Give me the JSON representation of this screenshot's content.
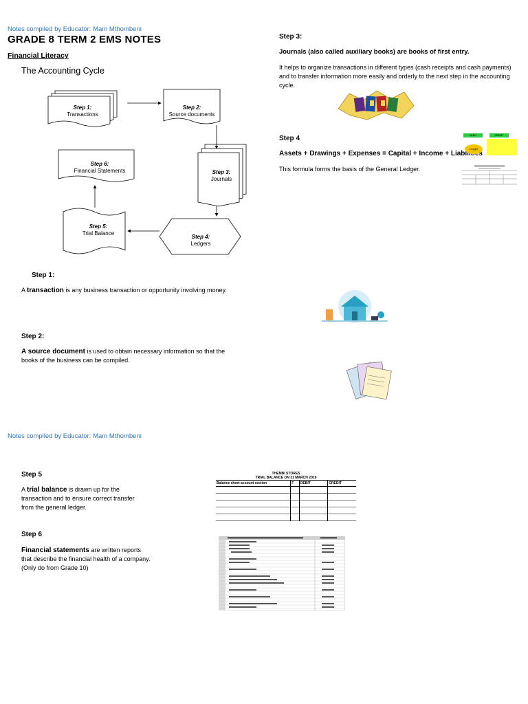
{
  "header_note": "Notes compiled by Educator: Mam Mthombeni",
  "page_title": "GRADE 8 TERM 2 EMS NOTES",
  "subtitle": "Financial Literacy",
  "cycle_heading": "The Accounting Cycle",
  "flow": {
    "step1": {
      "step": "Step 1:",
      "label": "Transactions"
    },
    "step2": {
      "step": "Step 2:",
      "label": "Source documents"
    },
    "step3": {
      "step": "Step 3:",
      "label": "Journals"
    },
    "step4": {
      "step": "Step 4:",
      "label": "Ledgers"
    },
    "step5": {
      "step": "Step 5:",
      "label": "Trial Balance"
    },
    "step6": {
      "step": "Step 6:",
      "label": "Financial Statements"
    }
  },
  "left": {
    "step1_heading": "Step 1:",
    "step1_pre": "A ",
    "step1_term": "transaction",
    "step1_post": " is any business transaction or opportunity involving money.",
    "step2_heading": "Step 2:",
    "step2_term": "A source document",
    "step2_post": " is used to obtain necessary information so that the books of the business can be compiled."
  },
  "right": {
    "step3_heading": "Step 3:",
    "step3_bold": "Journals (also called auxiliary books) are books of first entry.",
    "step3_text": "It helps to organize transactions in different types (cash receipts and cash payments) and to transfer information more easily and orderly to the next step in the accounting cycle.",
    "step4_heading": "Step 4",
    "step4_formula": "Assets + Drawings + Expenses = Capital + Income + Liabilities",
    "step4_text": "This formula forms the basis of the General Ledger.",
    "ledger_box": "Ledger",
    "debit_label": "DEBIT",
    "credit_label": "CREDIT"
  },
  "footer_note": "Notes compiled by Educator: Mam Mthombeni",
  "page2": {
    "step5_heading": "Step 5",
    "step5_pre": "A ",
    "step5_term": "trial balance",
    "step5_post": " is drawn up for the transaction and to ensure correct transfer from the general ledger.",
    "step6_heading": "Step 6",
    "step6_term": "Financial statements",
    "step6_post": " are written reports that describe the financial health of a company. (Only do from Grade 10)",
    "tb_company": "THEMBI STORES",
    "tb_title": "TRIAL BALANCE ON 31 MARCH 2019",
    "tb_col1": "Balance sheet account section",
    "tb_col2": "F",
    "tb_col3": "DEBIT",
    "tb_col4": "CREDIT"
  }
}
